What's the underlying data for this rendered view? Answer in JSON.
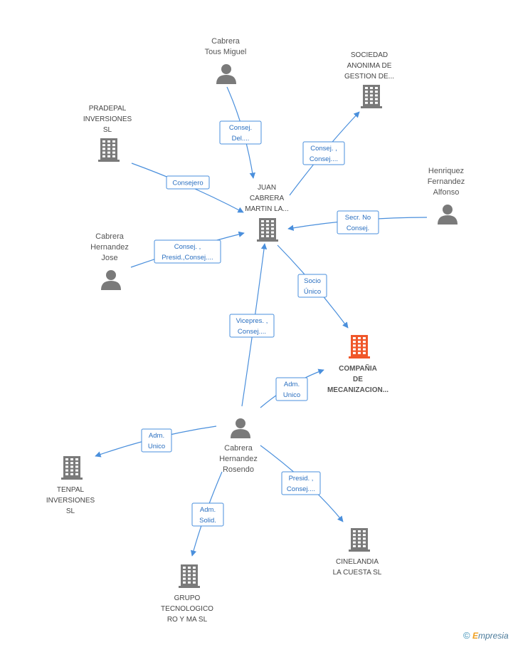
{
  "colors": {
    "edge": "#4a8fdc",
    "icon": "#7a7a7a",
    "icon_main": "#f0572a",
    "label": "#555555"
  },
  "nodes": {
    "juan": {
      "lines": [
        "JUAN",
        "CABRERA",
        "MARTIN LA..."
      ],
      "icon": "building-icon"
    },
    "compania": {
      "lines": [
        "COMPAÑIA",
        "DE",
        "MECANIZACION..."
      ],
      "icon": "building-icon",
      "highlight": true
    },
    "tous": {
      "lines": [
        "Cabrera",
        "Tous Miguel"
      ],
      "icon": "person-icon"
    },
    "sociedad": {
      "lines": [
        "SOCIEDAD",
        "ANONIMA DE",
        "GESTION DE..."
      ],
      "icon": "building-icon"
    },
    "pradepal": {
      "lines": [
        "PRADEPAL",
        "INVERSIONES",
        "SL"
      ],
      "icon": "building-icon"
    },
    "henriquez": {
      "lines": [
        "Henriquez",
        "Fernandez",
        "Alfonso"
      ],
      "icon": "person-icon"
    },
    "jose": {
      "lines": [
        "Cabrera",
        "Hernandez",
        "Jose"
      ],
      "icon": "person-icon"
    },
    "rosendo": {
      "lines": [
        "Cabrera",
        "Hernandez",
        "Rosendo"
      ],
      "icon": "person-icon"
    },
    "tenpal": {
      "lines": [
        "TENPAL",
        "INVERSIONES",
        "SL"
      ],
      "icon": "building-icon"
    },
    "cinelandia": {
      "lines": [
        "CINELANDIA",
        "LA CUESTA SL"
      ],
      "icon": "building-icon"
    },
    "grupo": {
      "lines": [
        "GRUPO",
        "TECNOLOGICO",
        "RO Y MA  SL"
      ],
      "icon": "building-icon"
    }
  },
  "relations": [
    {
      "id": "tous-juan",
      "lines": [
        "Consej.",
        "Del...."
      ]
    },
    {
      "id": "sociedad-juan",
      "lines": [
        "Consej. ,",
        "Consej...."
      ]
    },
    {
      "id": "pradepal-juan",
      "lines": [
        "Consejero"
      ]
    },
    {
      "id": "henriquez-juan",
      "lines": [
        "Secr.  No",
        "Consej."
      ]
    },
    {
      "id": "jose-juan",
      "lines": [
        "Consej. ,",
        "Presid.,Consej...."
      ]
    },
    {
      "id": "juan-compania",
      "lines": [
        "Socio",
        "Único"
      ]
    },
    {
      "id": "rosendo-juan",
      "lines": [
        "Vicepres. ,",
        "Consej...."
      ]
    },
    {
      "id": "rosendo-compania",
      "lines": [
        "Adm.",
        "Unico"
      ]
    },
    {
      "id": "rosendo-tenpal",
      "lines": [
        "Adm.",
        "Unico"
      ]
    },
    {
      "id": "rosendo-cinelandia",
      "lines": [
        "Presid. ,",
        "Consej...."
      ]
    },
    {
      "id": "rosendo-grupo",
      "lines": [
        "Adm.",
        "Solid."
      ]
    }
  ],
  "footer": {
    "copyright": "©",
    "brand_initial": "E",
    "brand_rest": "mpresia"
  }
}
